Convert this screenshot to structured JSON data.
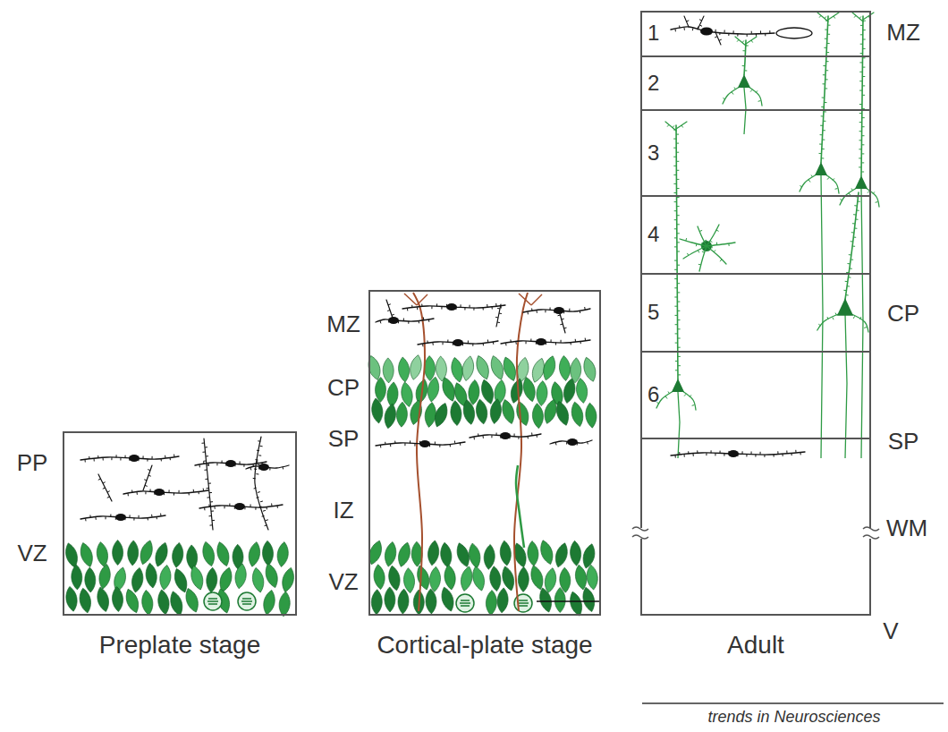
{
  "diagram": {
    "nodes": [
      {
        "text": [
          "Preplate stage"
        ]
      },
      {
        "text": [
          "Cortical-plate stage"
        ]
      },
      {
        "text": [
          "Adult"
        ]
      },
      {
        "text": [
          "1"
        ],
        "in": 2
      },
      {
        "text": [
          "2"
        ],
        "in": 2
      },
      {
        "text": [
          "3"
        ],
        "in": 2
      },
      {
        "text": [
          "4"
        ],
        "in": 2
      },
      {
        "text": [
          "5"
        ],
        "in": 2
      },
      {
        "text": [
          "6"
        ],
        "in": 2
      }
    ],
    "labels": [
      "PP",
      "VZ",
      "MZ",
      "CP",
      "SP",
      "IZ",
      "VZ",
      "MZ",
      "CP",
      "SP",
      "WM",
      "V",
      "trends in Neurosciences"
    ]
  }
}
